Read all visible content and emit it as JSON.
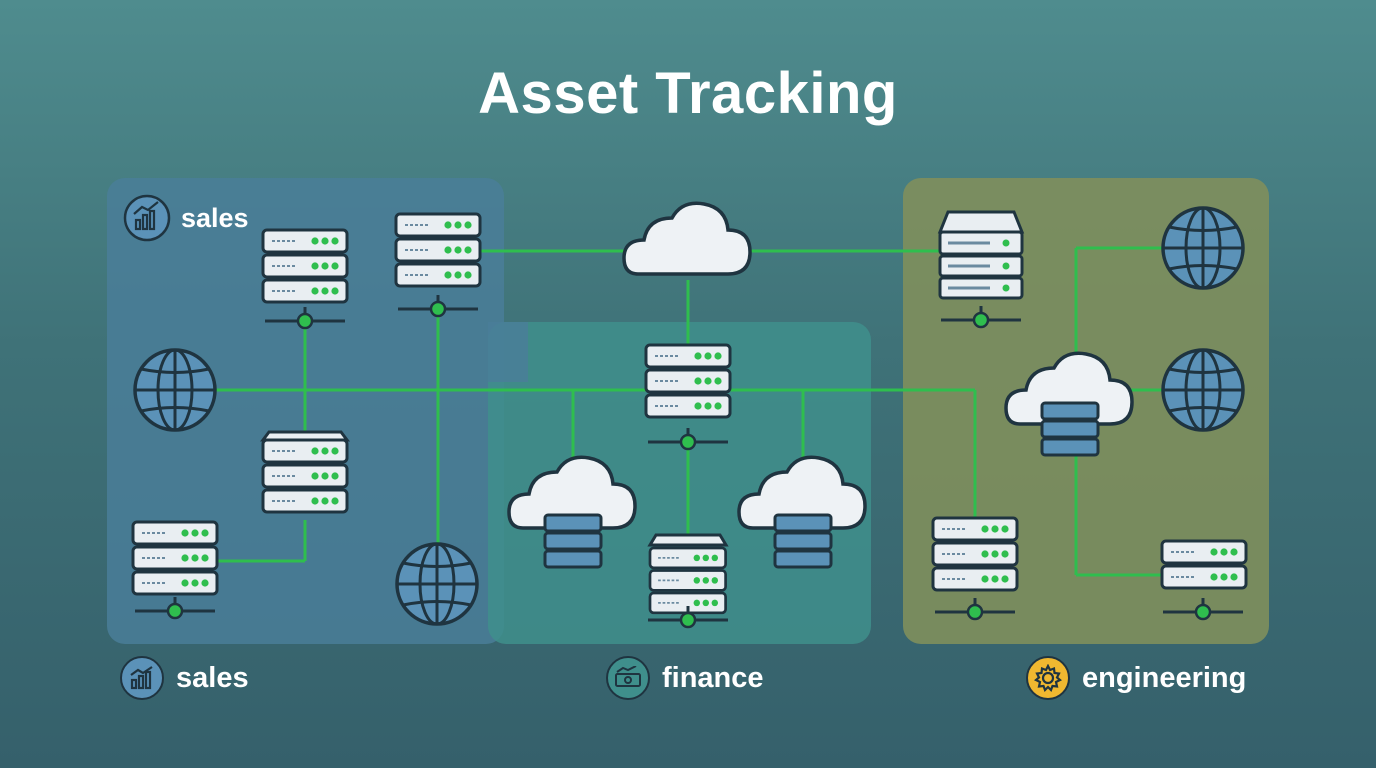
{
  "title": "Asset Tracking",
  "groups": {
    "sales_inner": {
      "label": "sales"
    },
    "sales": {
      "label": "sales",
      "icon": "chart-up-icon"
    },
    "finance": {
      "label": "finance",
      "icon": "money-icon"
    },
    "engineering": {
      "label": "engineering",
      "icon": "gear-icon"
    }
  },
  "colors": {
    "link": "#2fbe4e",
    "sales_zone": "#4a7e99",
    "finance_zone": "#3f8f8c",
    "engineering_zone": "#7f8f5c",
    "device_body": "#e9eef2",
    "device_outline": "#1f3440",
    "led": "#2fbe4e",
    "globe": "#5b92b8",
    "engineering_badge": "#f0b830"
  }
}
